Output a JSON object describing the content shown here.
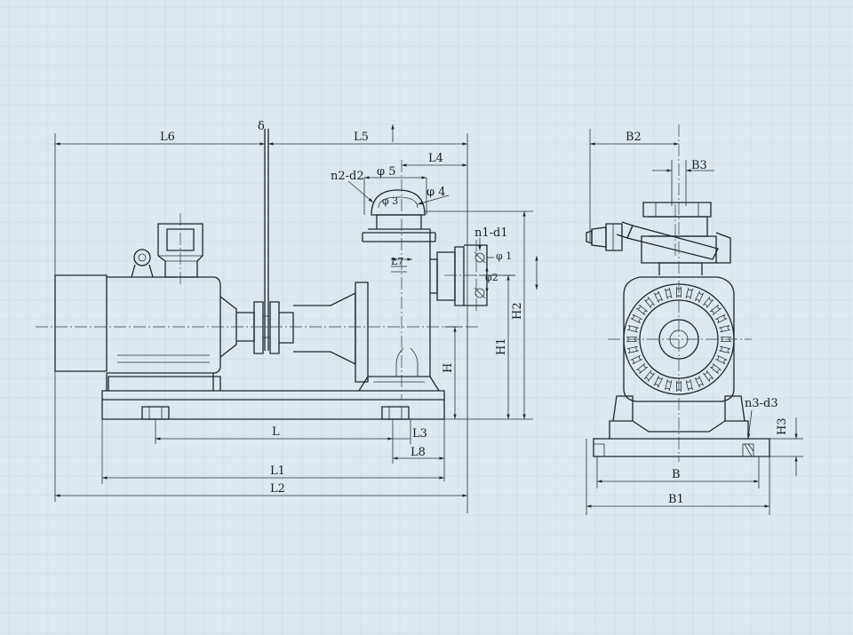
{
  "side_view": {
    "dims": {
      "L6": "L6",
      "L5": "L5",
      "L4": "L4",
      "L": "L",
      "L3": "L3",
      "L8": "L8",
      "L1": "L1",
      "L2": "L2",
      "L7": "L7",
      "H": "H",
      "H1": "H1",
      "H2": "H2",
      "delta": "δ",
      "n2d2": "n2-d2",
      "n1d1": "n1-d1",
      "phi5": "φ 5",
      "phi4": "φ 4",
      "phi3": "φ 3",
      "phi1": "φ 1",
      "phi2": "φ2"
    }
  },
  "end_view": {
    "dims": {
      "B2": "B2",
      "B3": "B3",
      "B": "B",
      "B1": "B1",
      "H3": "H3",
      "n3d3": "n3-d3"
    }
  },
  "colors": {
    "paper": "#dce9f2",
    "ink": "#1f242b"
  }
}
